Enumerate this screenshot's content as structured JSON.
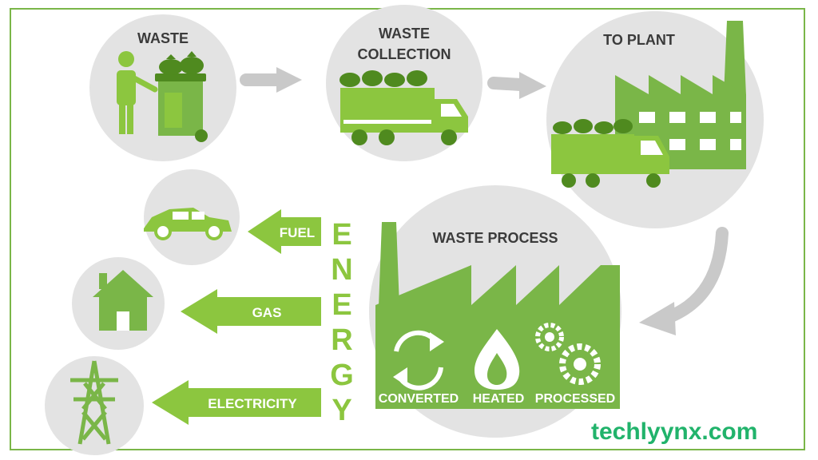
{
  "stages": {
    "waste": "WASTE",
    "collection_line1": "WASTE",
    "collection_line2": "COLLECTION",
    "plant": "TO PLANT",
    "process": "WASTE PROCESS"
  },
  "process_steps": [
    "CONVERTED",
    "HEATED",
    "PROCESSED"
  ],
  "outputs": [
    "FUEL",
    "GAS",
    "ELECTRICITY"
  ],
  "energy_letters": [
    "E",
    "N",
    "E",
    "R",
    "G",
    "Y"
  ],
  "brand": "techlyynx.com",
  "colors": {
    "green": "#7ab648",
    "light_green": "#8cc63f",
    "dark_green": "#4f8a1f",
    "circle": "#e3e3e3",
    "arrow_gray": "#c9c9c9",
    "brand": "#21b36b"
  },
  "icons": [
    "person-icon",
    "trash-bin-icon",
    "garbage-bag-icon",
    "truck-icon",
    "factory-icon",
    "car-icon",
    "house-icon",
    "pylon-icon",
    "recycle-icon",
    "flame-icon",
    "gears-icon"
  ]
}
